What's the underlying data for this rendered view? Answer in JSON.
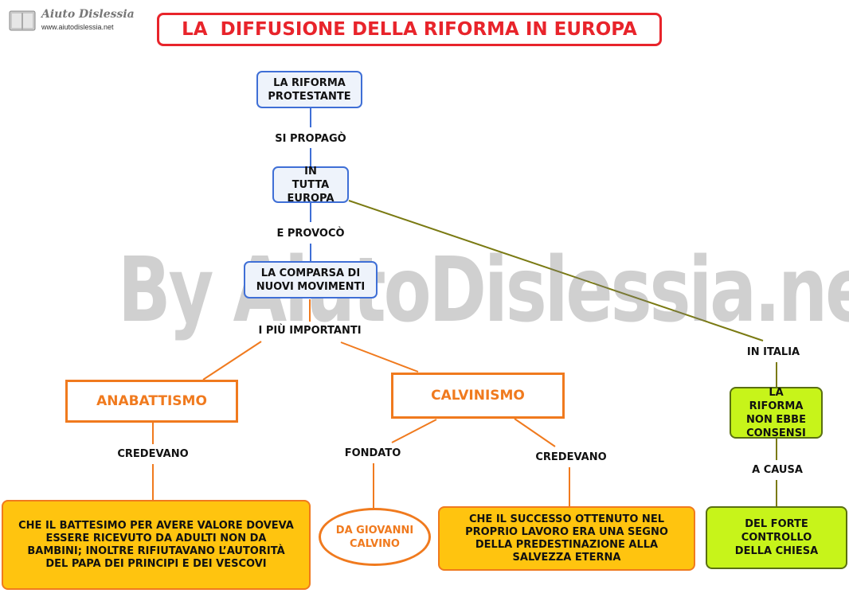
{
  "logo": {
    "name": "Aiuto Dislessia",
    "url": "www.aiutodislessia.net"
  },
  "title": "LA  DIFFUSIONE DELLA RIFORMA IN EUROPA",
  "watermark": "By AiutoDislessia.net",
  "nodes": {
    "riforma_protestante": "LA RIFORMA PROTESTANTE",
    "tutta_europa": "IN TUTTA EUROPA",
    "nuovi_movimenti": "LA COMPARSA DI NUOVI MOVIMENTI",
    "anabattismo": "ANABATTISMO",
    "calvinismo": "CALVINISMO",
    "anabattismo_credenze": "CHE IL BATTESIMO PER AVERE VALORE DOVEVA ESSERE RICEVUTO DA ADULTI NON DA BAMBINI; INOLTRE RIFIUTAVANO L’AUTORITÀ DEL PAPA DEI PRINCIPI E DEI VESCOVI",
    "giovanni_calvino": "DA GIOVANNI CALVINO",
    "calvinismo_credenze": "CHE IL SUCCESSO OTTENUTO NEL PROPRIO LAVORO ERA UNA SEGNO DELLA PREDESTINAZIONE ALLA SALVEZZA ETERNA",
    "italia_riforma": "LA RIFORMA NON EBBE CONSENSI",
    "controllo_chiesa": "DEL FORTE CONTROLLO DELLA CHIESA"
  },
  "links": {
    "si_propago": "SI PROPAGÒ",
    "e_provoco": "E PROVOCÒ",
    "piu_importanti": "I PIÙ IMPORTANTI",
    "credevano_1": "CREDEVANO",
    "fondato": "FONDATO",
    "credevano_2": "CREDEVANO",
    "in_italia": "IN ITALIA",
    "a_causa": "A CAUSA"
  },
  "colors": {
    "blue": "#3f6fd6",
    "orange": "#f07a1e",
    "yellow": "#ffc40f",
    "green": "#c7f41a",
    "olive": "#7a7a12",
    "red": "#e8242b"
  }
}
